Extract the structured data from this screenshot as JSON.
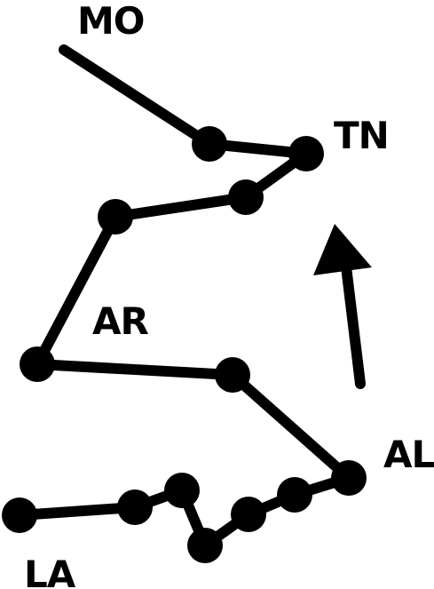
{
  "labels": {
    "mo": "MO",
    "tn": "TN",
    "ar": "AR",
    "al": "AL",
    "la": "LA"
  },
  "colors": {
    "ink": "#000000",
    "background": "#ffffff"
  }
}
